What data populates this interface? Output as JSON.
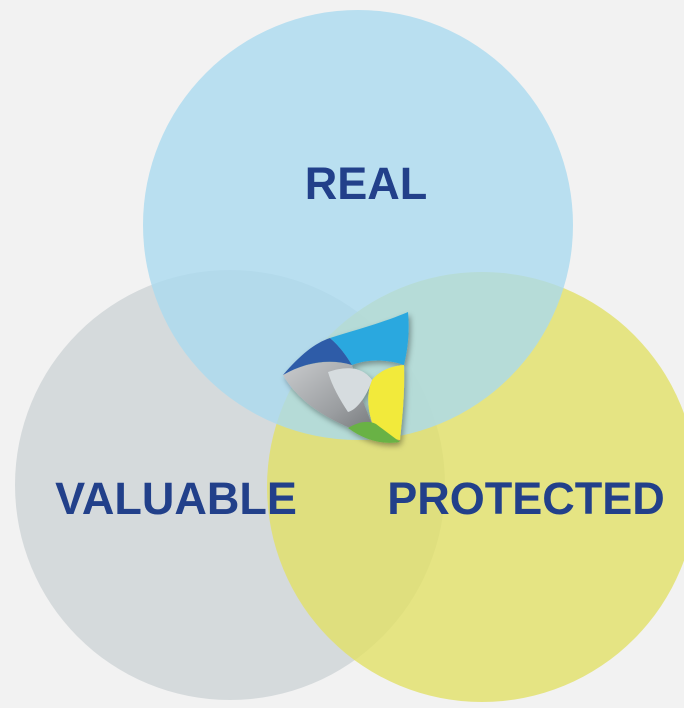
{
  "circles": [
    {
      "id": "real",
      "label": "REAL",
      "color": "#a9daf0"
    },
    {
      "id": "valuable",
      "label": "VALUABLE",
      "color": "#d0d6d8"
    },
    {
      "id": "protected",
      "label": "PROTECTED",
      "color": "#e2e064"
    }
  ],
  "logo": {
    "icon": "triangular-swirl-logo-icon",
    "colors": [
      "#2e5ba8",
      "#29a8df",
      "#f2ea3a",
      "#69b245",
      "#a3a6a8"
    ]
  }
}
